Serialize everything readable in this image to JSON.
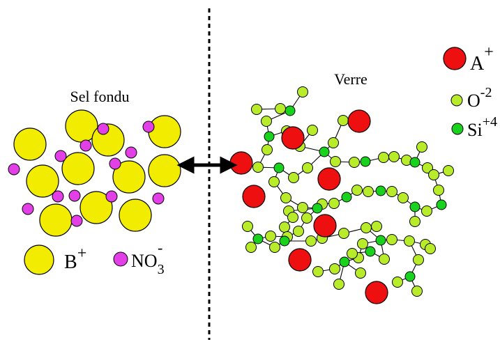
{
  "left_panel": {
    "title": "Sel fondu",
    "legend": {
      "cation_symbol": "B",
      "cation_charge": "+",
      "anion_formula": "NO",
      "anion_subscript": "3",
      "anion_charge": "-"
    }
  },
  "right_panel": {
    "title": "Verre",
    "legend": {
      "cation_symbol": "A",
      "cation_charge": "+",
      "oxygen_symbol": "O",
      "oxygen_charge": "-2",
      "silicon_symbol": "Si",
      "silicon_charge": "+4"
    }
  },
  "colors": {
    "b_cation": "#f2ec00",
    "no3_anion": "#e23fe6",
    "a_cation": "#ee1010",
    "oxygen": "#b8ec2a",
    "silicon": "#18d21e",
    "outline": "#000000"
  },
  "icons": {
    "exchange_arrow": "double-headed-arrow-icon",
    "separator": "dashed-divider-line"
  }
}
